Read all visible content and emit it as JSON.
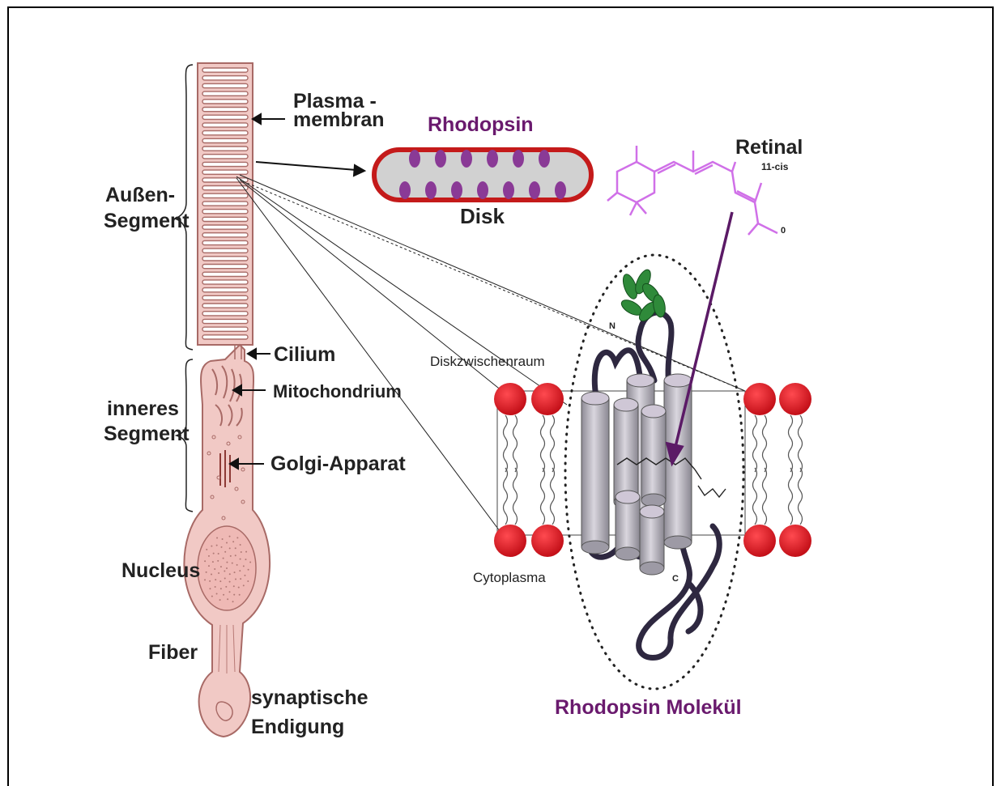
{
  "labels": {
    "plasma_line1": "Plasma -",
    "plasma_line2": "membran",
    "aussen_line1": "Außen-",
    "aussen_line2": "Segment",
    "cilium": "Cilium",
    "mitochondrium": "Mitochondrium",
    "inneres_line1": "inneres",
    "inneres_line2": "Segment",
    "golgi": "Golgi-Apparat",
    "nucleus": "Nucleus",
    "fiber": "Fiber",
    "synaptische_line1": "synaptische",
    "synaptische_line2": "Endigung",
    "rhodopsin": "Rhodopsin",
    "disk": "Disk",
    "retinal": "Retinal",
    "cis": "11-cis",
    "oxygen": "0",
    "diskzwischenraum": "Diskzwischenraum",
    "cytoplasma": "Cytoplasma",
    "n_term": "N",
    "c_term": "C",
    "molekul": "Rhodopsin Molekül"
  },
  "colors": {
    "cell_fill": "#f1c9c5",
    "cell_stroke": "#a86a66",
    "rhodopsin_purple": "#8a3a96",
    "retinal_violet": "#d070e8",
    "lipid_red": "#d8141c",
    "helix_gray": "#b7b4bd",
    "sugar_green": "#2f8a3a",
    "chain_dark": "#2e2840"
  }
}
